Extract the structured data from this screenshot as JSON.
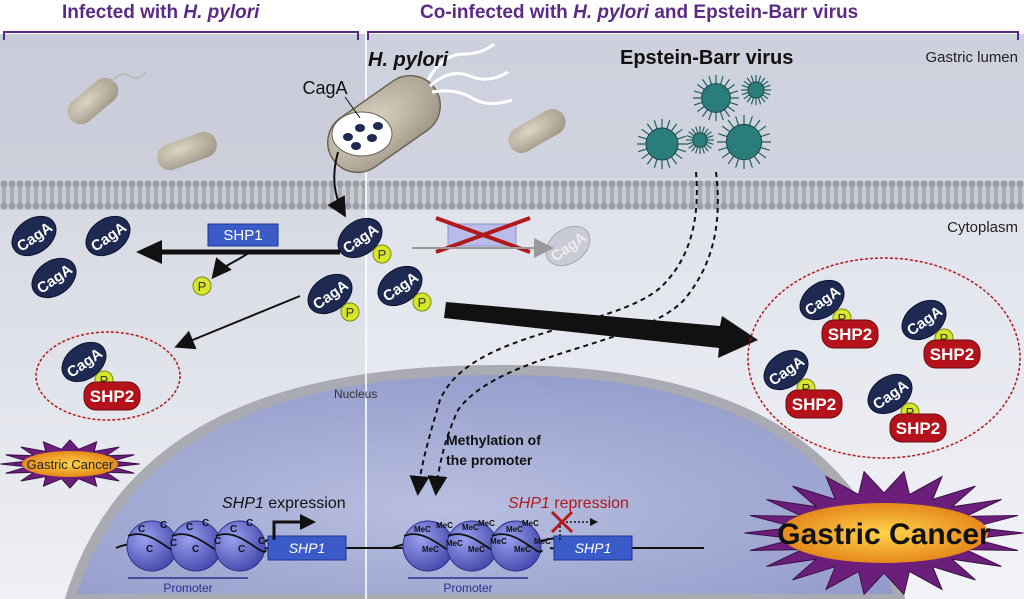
{
  "headers": {
    "left": {
      "pre": "Infected with ",
      "italic": "H. pylori",
      "post": ""
    },
    "right": {
      "pre": "Co-infected with ",
      "italic": "H. pylori",
      "post": " and Epstein-Barr virus"
    }
  },
  "labels": {
    "h_pylori": "H. pylori",
    "ebv": "Epstein-Barr virus",
    "gastric_lumen": "Gastric lumen",
    "cytoplasm": "Cytoplasm",
    "nucleus": "Nucleus",
    "caga_callout": "CagA",
    "methylation": [
      "Methylation of",
      "the promoter"
    ],
    "shp1_expression_gene": "SHP1",
    "shp1_expression_word": " expression",
    "shp1_repression_gene": "SHP1",
    "shp1_repression_word": " repression",
    "promoter": "Promoter"
  },
  "molecules": {
    "caga": "CagA",
    "shp1": "SHP1",
    "shp2": "SHP2",
    "phospho": "P",
    "methyl_c": "MeC",
    "c": "C",
    "gene": "SHP1"
  },
  "cancer": {
    "small": "Gastric Cancer",
    "large": "Gastric Cancer"
  },
  "colors": {
    "header_text": "#5b2a86",
    "caga_fill": "#1e2a52",
    "shp2_fill": "#b5121b",
    "shp1_box": "#3b5bc9",
    "phospho_fill": "#d6e62a",
    "nucleosome": "#6a6fd0",
    "dashed_circle": "#b11a1a",
    "cancer_star": "#6b1f7a",
    "cancer_core": "#f3a51c",
    "virus": "#2a7d7a",
    "repression_text": "#b11a1a"
  }
}
